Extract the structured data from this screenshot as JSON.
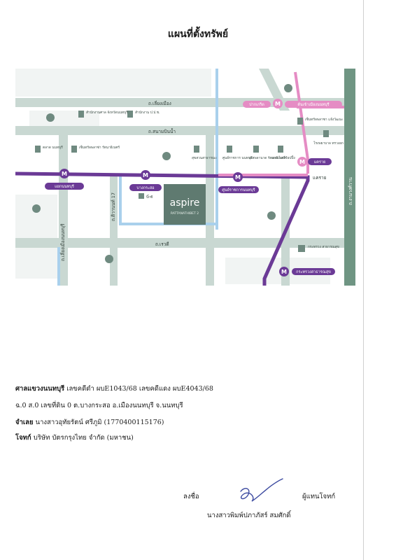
{
  "document": {
    "title": "แผนที่ตั้งทรัพย์"
  },
  "map": {
    "roads": {
      "r1": "ถ.เลี่ยงเมือง",
      "r2": "ถ.สนามบินน้ำ",
      "r3": "ถ.เรวดี",
      "r4": "ถ.ติวานนท์ 17",
      "r5": "ถ.เลี่ยงเมืองนนทบุรี",
      "r6": "ถ.งามวงศ์วาน",
      "r7": "แคราย"
    },
    "stations": {
      "s1": "แยกนนทบุรี",
      "s2": "บางกระสอ",
      "s3": "ศูนย์ราชการนนทบุรี",
      "s4": "แคราย",
      "s5": "กระทรวงสาธารณสุข",
      "s6": "ปากเกร็ด",
      "s7": "ต้นเข้าเมืองนนทบุรี"
    },
    "places": {
      "p1": "สำนักงานศาล จังหวัดนนทบุรี",
      "p2": "สำนักงาน ป.ป.ช.",
      "p3": "ตลาด นนทบุรี",
      "p4": "เซ็นทรัลพลาซ่า รัตนาธิเบศร์",
      "p5": "สุขสวนสาธารณะ",
      "p6": "ศูนย์ราชการ นนทบุรี",
      "p7": "เอสพลานาด รัตนาธิเบศร์",
      "p8": "เดอะไนน์ช้อปปิ้ง",
      "p9": "เซ็นทรัลพลาซา แจ้งวัฒนะ",
      "p10": "โรงพยาบาล ทรวงอก",
      "p11": "บิ๊กซี",
      "p12": "กระทรวง สาธารณสุข"
    },
    "brand": {
      "name": "aspire",
      "sub": "RATTANATHIBET 2"
    }
  },
  "info": {
    "court_label": "ศาลแขวงนนทบุรี",
    "case_label1": "เลขคดีดำ",
    "case_black": "ผบE1043/68",
    "case_label2": "เลขคดีแดง",
    "case_red": "ผบE4043/68",
    "address": "ฉ.0 ส.0 เลขที่ดิน 0 ต.บางกระสอ อ.เมืองนนทบุรี จ.นนทบุรี",
    "defendant_label": "จำเลย",
    "defendant": "นางสาวอุทัยรัตน์ ศรีภูมิ (1770400115176)",
    "plaintiff_label": "โจทก์",
    "plaintiff": "บริษัท บัตรกรุงไทย จำกัด (มหาชน)"
  },
  "signature": {
    "sign_label": "ลงชื่อ",
    "role": "ผู้แทนโจทก์",
    "name": "นางสาวพิมพ์ปภาภัสร์ สมศักดิ์"
  }
}
